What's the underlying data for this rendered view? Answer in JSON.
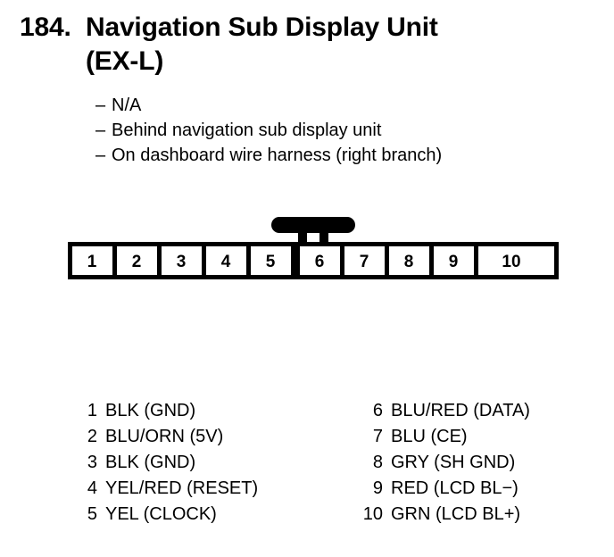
{
  "page": {
    "background_color": "#ffffff",
    "ink_color": "#000000"
  },
  "heading": {
    "number": "184.",
    "line1": "Navigation Sub Display Unit",
    "line2": "(EX-L)"
  },
  "notes": {
    "dash": "–",
    "items": [
      "N/A",
      "Behind navigation sub display unit",
      "On dashboard wire harness (right branch)"
    ]
  },
  "connector": {
    "name": "10-pin connector",
    "pin_count": 10,
    "tab_position": "top-center-between-5-and-6",
    "pin_labels": [
      "1",
      "2",
      "3",
      "4",
      "5",
      "6",
      "7",
      "8",
      "9",
      "10"
    ]
  },
  "legend": {
    "left_column": [
      {
        "pin": "1",
        "text": "BLK (GND)"
      },
      {
        "pin": "2",
        "text": "BLU/ORN (5V)"
      },
      {
        "pin": "3",
        "text": "BLK (GND)"
      },
      {
        "pin": "4",
        "text": "YEL/RED (RESET)"
      },
      {
        "pin": "5",
        "text": "YEL (CLOCK)"
      }
    ],
    "right_column": [
      {
        "pin": "6",
        "text": "BLU/RED (DATA)"
      },
      {
        "pin": "7",
        "text": "BLU (CE)"
      },
      {
        "pin": "8",
        "text": "GRY (SH GND)"
      },
      {
        "pin": "9",
        "text": "RED (LCD BL−)"
      },
      {
        "pin": "10",
        "text": "GRN (LCD BL+)"
      }
    ]
  }
}
